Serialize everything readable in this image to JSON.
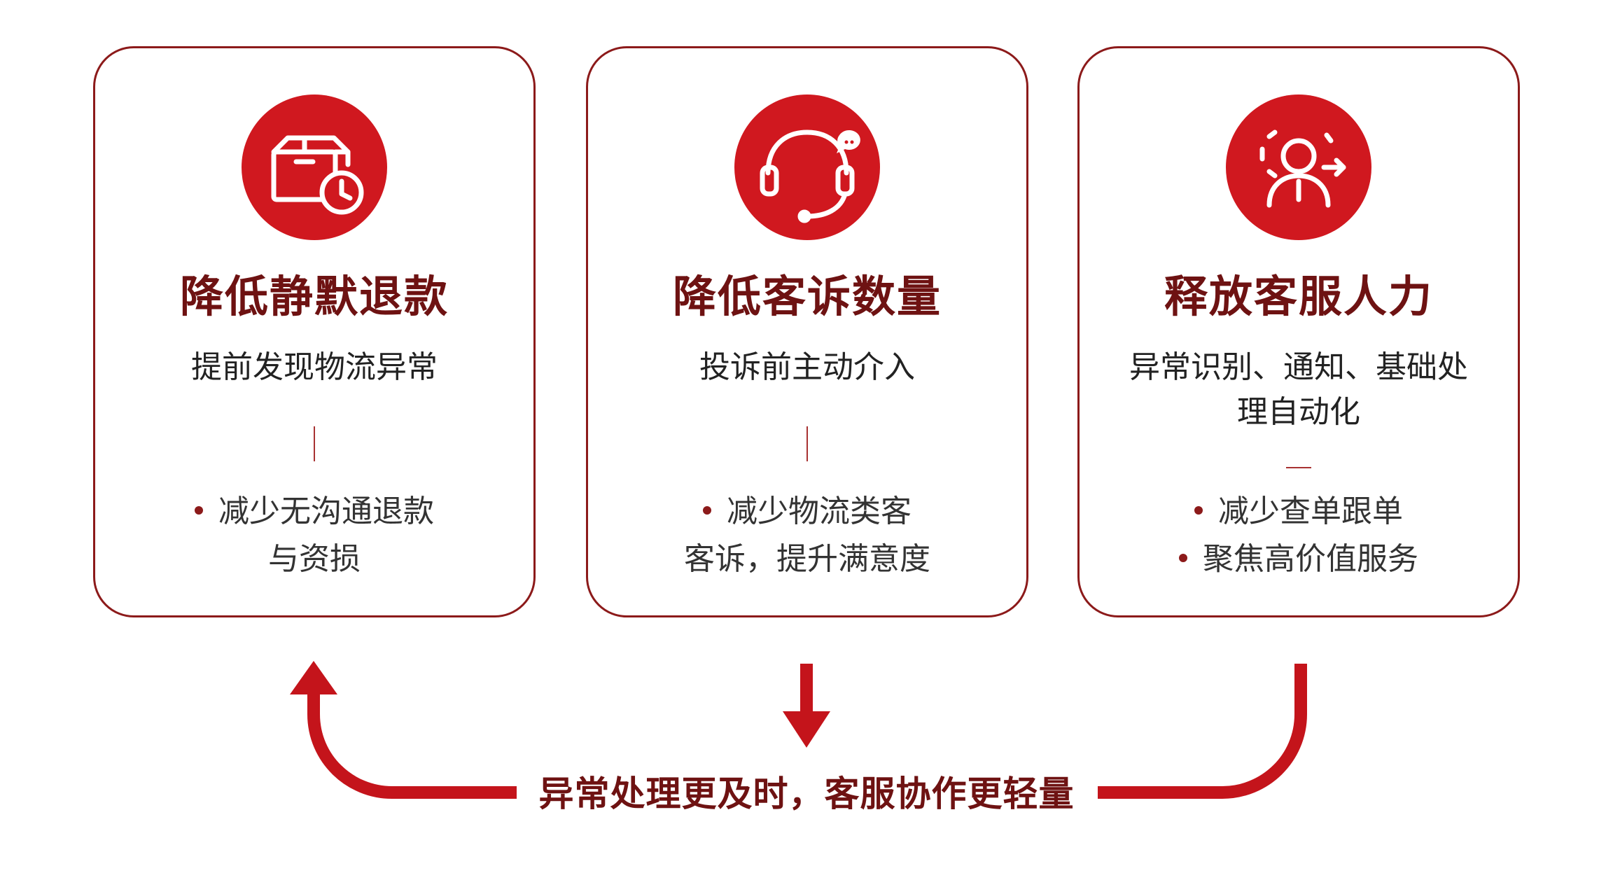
{
  "colors": {
    "accent": "#d0181f",
    "border": "#8c1a1a",
    "title": "#6e1212",
    "arrow": "#c4141b"
  },
  "cards": [
    {
      "icon": "package-clock-icon",
      "title": "降低静默退款",
      "subtitle_lines": [
        "提前发现物流异常"
      ],
      "benefits": [
        {
          "line1": "减少无沟通退款",
          "line2": "与资损"
        }
      ]
    },
    {
      "icon": "headset-chat-icon",
      "title": "降低客诉数量",
      "subtitle_lines": [
        "投诉前主动介入"
      ],
      "benefits": [
        {
          "line1": "减少物流类客",
          "line2": "客诉，提升满意度"
        }
      ]
    },
    {
      "icon": "user-scan-icon",
      "title": "释放客服人力",
      "subtitle_lines": [
        "异常识别、通知、基础处",
        "理自动化"
      ],
      "benefits": [
        {
          "line1": "减少查单跟单"
        },
        {
          "line1": "聚焦高价值服务"
        }
      ]
    }
  ],
  "footer": {
    "text": "异常处理更及时，客服协作更轻量"
  }
}
